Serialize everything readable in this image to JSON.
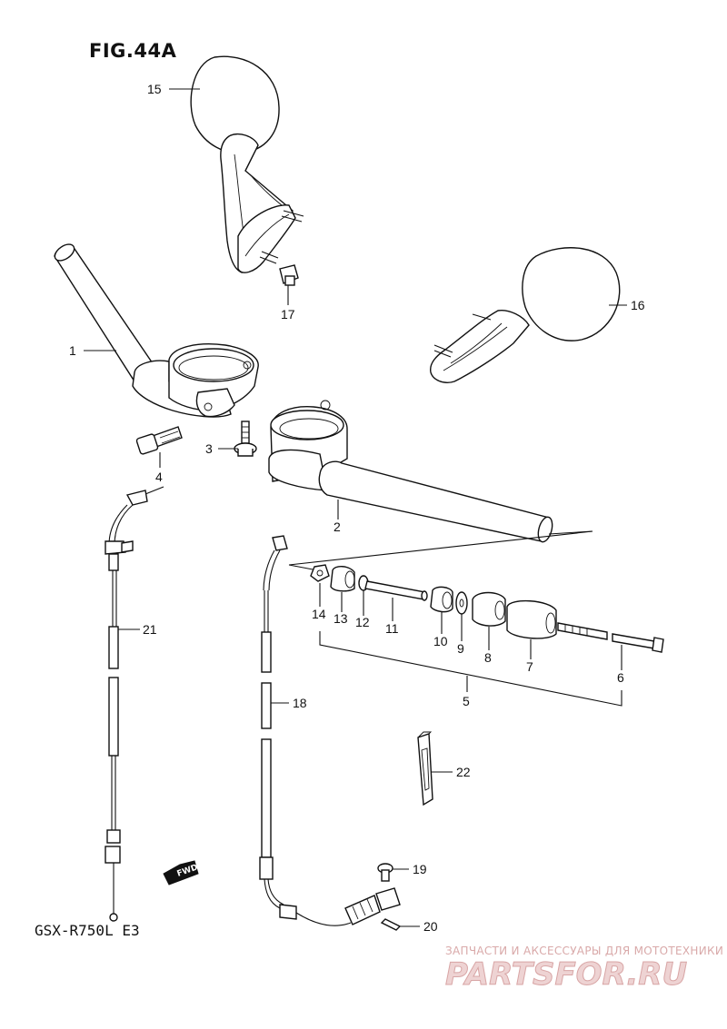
{
  "figure": {
    "title": "FIG.44A",
    "model_code": "GSX-R750L  E3",
    "fwd_label": "FWD"
  },
  "callouts": [
    "15",
    "16",
    "17",
    "1",
    "3",
    "4",
    "2",
    "21",
    "18",
    "14",
    "13",
    "12",
    "11",
    "10",
    "9",
    "8",
    "7",
    "6",
    "5",
    "22",
    "19",
    "20"
  ],
  "watermark": {
    "line1": "ЗАПЧАСТИ И АКСЕССУАРЫ ДЛЯ МОТОТЕХНИКИ",
    "logo": "PARTSFOR.RU",
    "color": "#d9a9a9"
  }
}
